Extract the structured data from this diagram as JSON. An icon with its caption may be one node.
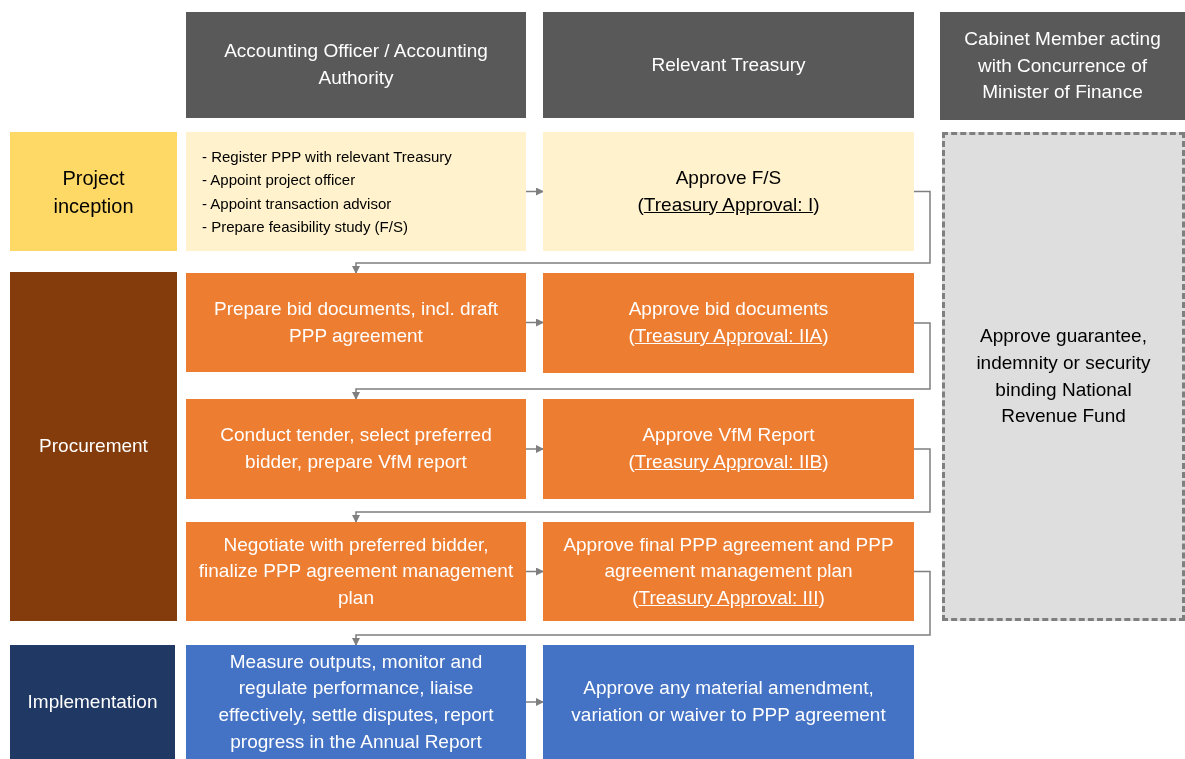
{
  "diagram": {
    "nodes": [
      {
        "text": [
          "Accounting Officer / Accounting Authority"
        ]
      },
      {
        "text": [
          "Relevant Treasury"
        ]
      },
      {
        "text": [
          "Cabinet Member acting with Concurrence of Minister of Finance"
        ]
      },
      {
        "text": [
          "Project inception"
        ]
      },
      {
        "text": [
          "- Register PPP with relevant Treasury",
          "- Appoint project officer",
          "- Appoint transaction advisor",
          "- Prepare feasibility study (F/S)"
        ]
      },
      {
        "text": [
          "Approve F/S",
          "(Treasury Approval: I)"
        ]
      },
      {
        "text": [
          "Approve guarantee, indemnity or security binding National Revenue Fund"
        ]
      },
      {
        "text": [
          "Procurement"
        ]
      },
      {
        "text": [
          "Prepare bid documents, incl. draft PPP agreement"
        ]
      },
      {
        "text": [
          "Approve bid documents",
          "(Treasury Approval: IIA)"
        ]
      },
      {
        "text": [
          "Conduct tender, select preferred bidder, prepare VfM report"
        ]
      },
      {
        "text": [
          "Approve VfM Report",
          "(Treasury Approval: IIB)"
        ]
      },
      {
        "text": [
          "Negotiate with preferred bidder, finalize PPP agreement management plan"
        ]
      },
      {
        "text": [
          "Approve final PPP agreement and PPP agreement management plan",
          "(Treasury Approval: III)"
        ]
      },
      {
        "text": [
          "Implementation"
        ]
      },
      {
        "text": [
          "Measure outputs, monitor and regulate performance, liaise effectively, settle disputes, report progress in the Annual Report"
        ]
      },
      {
        "text": [
          "Approve any material amendment, variation or waiver to PPP agreement"
        ]
      }
    ],
    "edges": [
      {
        "from": 4,
        "to": 5,
        "arrow": "to"
      },
      {
        "from": 5,
        "to": 8,
        "arrow": "to"
      },
      {
        "from": 8,
        "to": 9,
        "arrow": "to"
      },
      {
        "from": 9,
        "to": 10,
        "arrow": "to"
      },
      {
        "from": 10,
        "to": 11,
        "arrow": "to"
      },
      {
        "from": 11,
        "to": 12,
        "arrow": "to"
      },
      {
        "from": 12,
        "to": 13,
        "arrow": "to"
      },
      {
        "from": 13,
        "to": 15,
        "arrow": "to"
      },
      {
        "from": 15,
        "to": 16,
        "arrow": "to"
      }
    ]
  }
}
